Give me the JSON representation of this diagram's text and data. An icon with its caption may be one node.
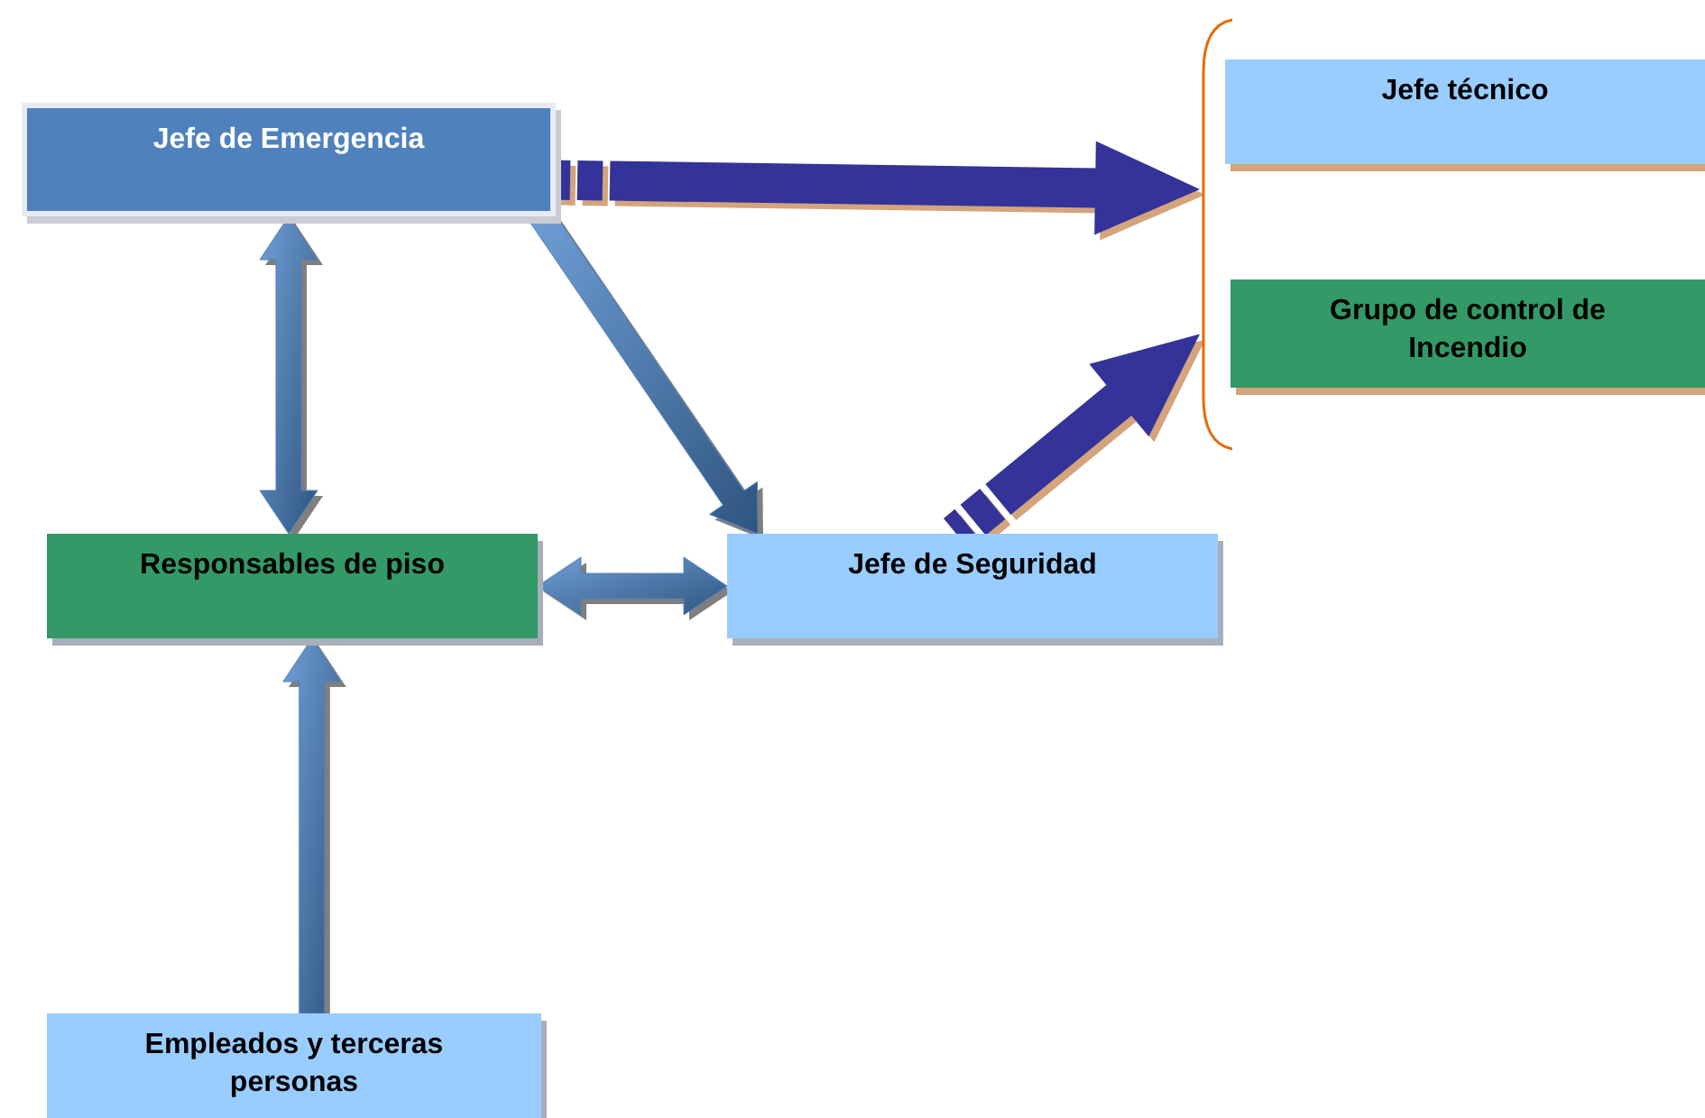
{
  "diagram": {
    "nodes": [
      {
        "text": [
          "Jefe de Emergencia"
        ]
      },
      {
        "text": [],
        "shape": "bracket"
      },
      {
        "text": [
          "Jefe técnico"
        ]
      },
      {
        "text": [
          "Grupo de control de Incendio"
        ]
      },
      {
        "text": [
          "Responsables de piso"
        ]
      },
      {
        "text": [
          "Jefe de Seguridad"
        ]
      },
      {
        "text": [
          "Empleados y terceras personas"
        ]
      }
    ],
    "edges": [
      {
        "from": 0,
        "to": 4,
        "arrow": "both"
      },
      {
        "from": 0,
        "to": 5,
        "arrow": "to"
      },
      {
        "from": 4,
        "to": 5,
        "arrow": "both"
      },
      {
        "from": 6,
        "to": 4,
        "arrow": "to"
      },
      {
        "from": 0,
        "to": 1,
        "arrow": "to",
        "color": "#333399",
        "style": "thick"
      },
      {
        "from": 5,
        "to": 1,
        "arrow": "to",
        "color": "#333399",
        "style": "thick"
      }
    ]
  }
}
